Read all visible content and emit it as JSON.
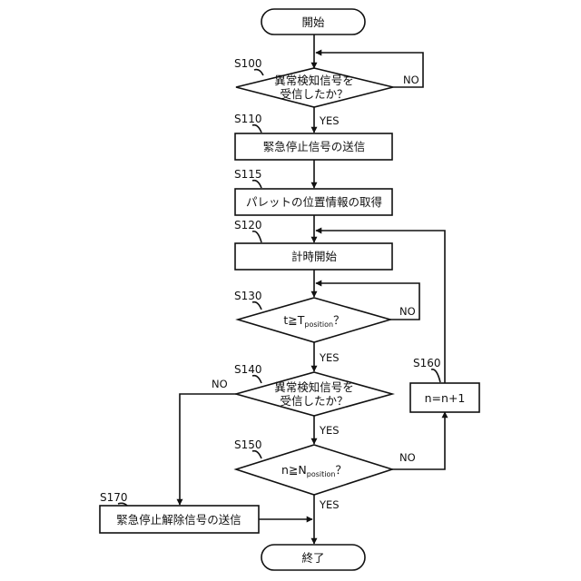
{
  "nodes": {
    "start": {
      "label": "開始"
    },
    "s100": {
      "step": "S100",
      "line1": "異常検知信号を",
      "line2": "受信したか？"
    },
    "s110": {
      "step": "S110",
      "label": "緊急停止信号の送信"
    },
    "s115": {
      "step": "S115",
      "label": "パレットの位置情報の取得"
    },
    "s120": {
      "step": "S120",
      "label": "計時開始"
    },
    "s130": {
      "step": "S130",
      "main": "t≧T",
      "sub": "position",
      "suffix": "？"
    },
    "s140": {
      "step": "S140",
      "line1": "異常検知信号を",
      "line2": "受信したか？"
    },
    "s150": {
      "step": "S150",
      "main": "n≧N",
      "sub": "position",
      "suffix": "？"
    },
    "s160": {
      "step": "S160",
      "label": "n=n+1"
    },
    "s170": {
      "step": "S170",
      "label": "緊急停止解除信号の送信"
    },
    "end": {
      "label": "終了"
    }
  },
  "edges": {
    "s100_no": "NO",
    "s100_yes": "YES",
    "s130_no": "NO",
    "s130_yes": "YES",
    "s140_no": "NO",
    "s140_yes": "YES",
    "s150_no": "NO",
    "s150_yes": "YES"
  }
}
